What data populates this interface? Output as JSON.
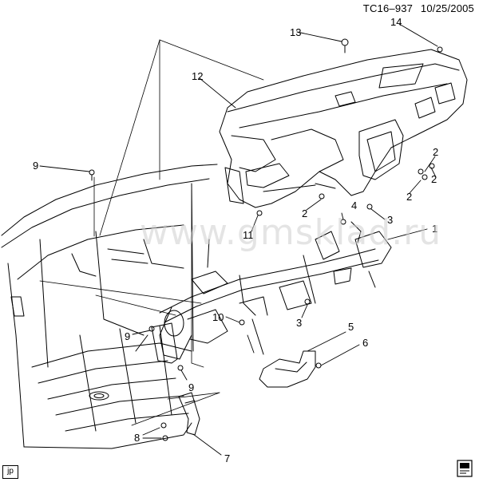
{
  "header": {
    "code": "TC16–937",
    "date": "10/25/2005"
  },
  "watermark": "www.gmsklad.ru",
  "callouts": [
    "1",
    "2",
    "2",
    "2",
    "2",
    "3",
    "3",
    "4",
    "5",
    "6",
    "7",
    "8",
    "9",
    "9",
    "9",
    "10",
    "11",
    "12",
    "13",
    "14"
  ],
  "footer": {
    "region_code": "jp"
  },
  "icons": {
    "book": "manual-book-icon"
  },
  "colors": {
    "line": "#000000",
    "watermark": "#cfcfcf"
  }
}
